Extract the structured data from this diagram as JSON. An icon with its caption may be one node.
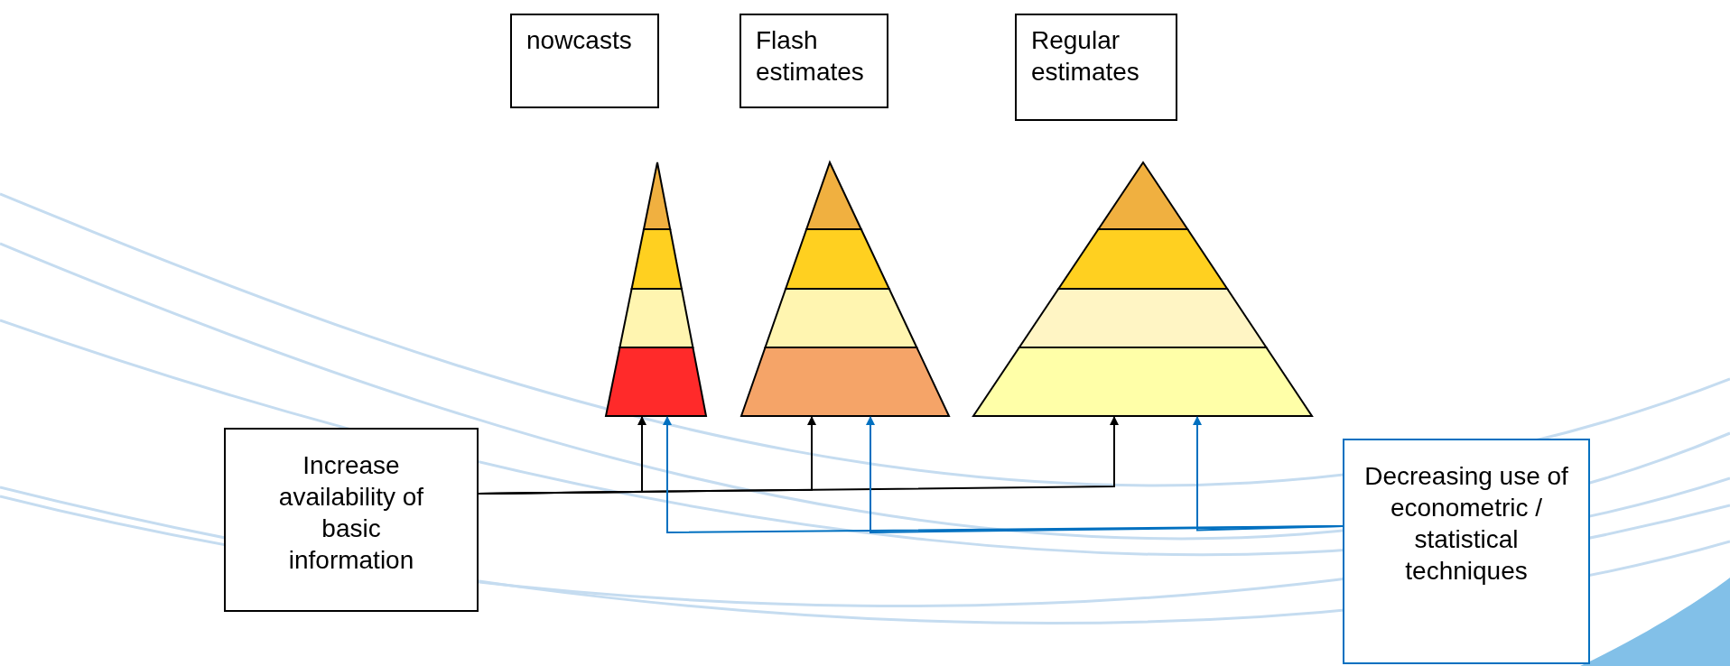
{
  "diagram": {
    "nodes": [
      {
        "text": [
          "nowcasts"
        ]
      },
      {
        "text": [
          "Flash estimates"
        ]
      },
      {
        "text": [
          "Regular estimates"
        ]
      },
      {
        "text": [],
        "shape": "triangle"
      },
      {
        "text": [],
        "shape": "triangle"
      },
      {
        "text": [],
        "shape": "triangle"
      },
      {
        "text": [
          "Increase availability of basic information"
        ]
      },
      {
        "text": [
          "Decreasing use of econometric / statistical techniques"
        ]
      }
    ],
    "edges": [
      {
        "from": 6,
        "to": 3,
        "arrow": "to"
      },
      {
        "from": 6,
        "to": 4,
        "arrow": "to"
      },
      {
        "from": 6,
        "to": 5,
        "arrow": "to"
      },
      {
        "from": 7,
        "to": 3,
        "arrow": "to",
        "color": "#0070c0"
      },
      {
        "from": 7,
        "to": 4,
        "arrow": "to",
        "color": "#0070c0"
      },
      {
        "from": 7,
        "to": 5,
        "arrow": "to",
        "color": "#0070c0"
      }
    ]
  }
}
